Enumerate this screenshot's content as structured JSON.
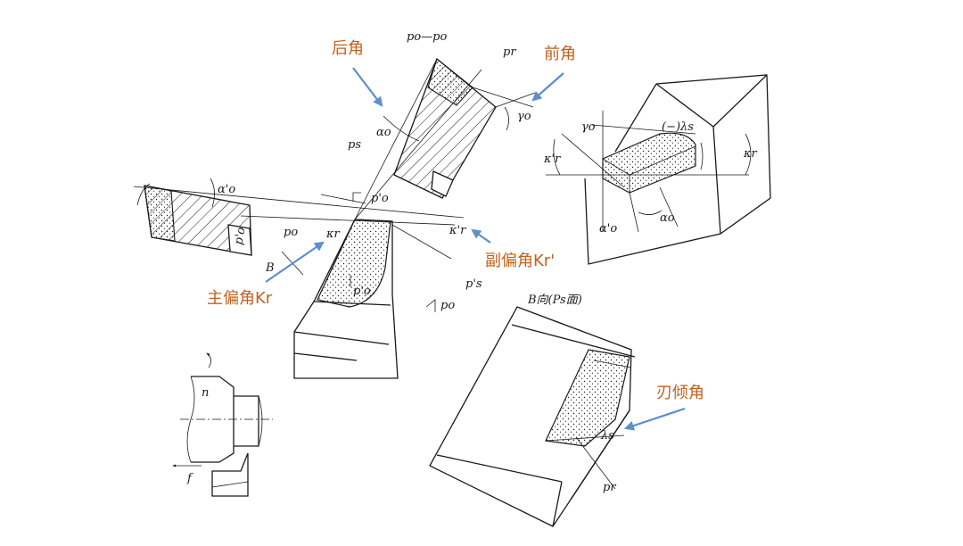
{
  "annotations": {
    "rear_angle": "后角",
    "rake_angle": "前角",
    "minor_cutting_edge_angle": "副偏角Kr'",
    "major_cutting_edge_angle": "主偏角Kr",
    "inclination_angle": "刃倾角"
  },
  "symbols": {
    "section_title_main": "po",
    "section_title_sep": "—",
    "section_title_main2": "po",
    "pr_top": "pr",
    "gamma_o": "γo",
    "alpha_o_section": "αo",
    "ps_main": "ps",
    "po_section_label": "po",
    "alpha_o_prime": "α'o",
    "po_prime_main": "p'o",
    "po_left_section": "p'o",
    "po_main": "po",
    "kappa_r": "κr",
    "kappa_r_prime": "κ'r",
    "ps_prime": "p's",
    "B_letter": "B",
    "pr_center": "p'o",
    "po_bottom": "po",
    "gamma_o_iso": "γo",
    "lambda_s_iso": "(−)λs",
    "kappa_r_prime_iso": "κ'r",
    "kappa_r_iso": "κr",
    "alpha_o_prime_iso": "α'o",
    "alpha_o_iso": "αo",
    "view_title": "B向(Ps面)",
    "lambda_s_view": "λs",
    "pr_view": "pr",
    "n_label": "n",
    "f_label": "f"
  },
  "colors": {
    "annotation_text": "#c0621f",
    "annotation_arrow": "#5b8fcd",
    "line": "#1a1a1a"
  }
}
